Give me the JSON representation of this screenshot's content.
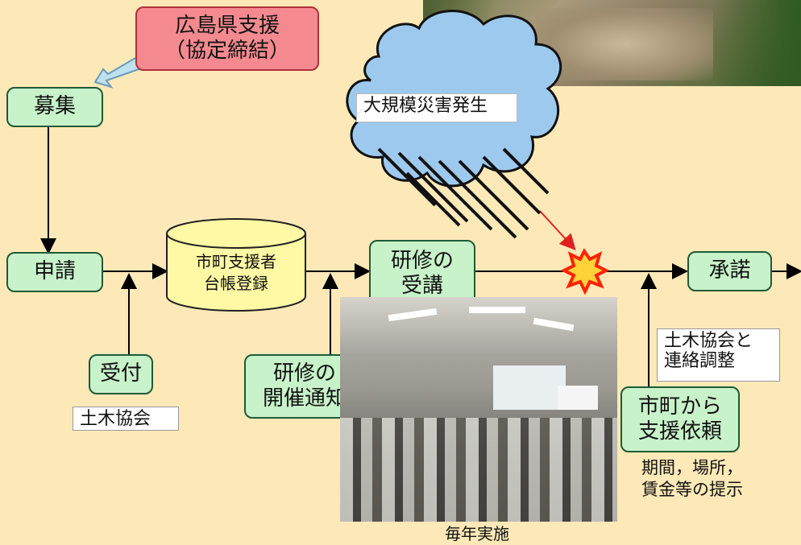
{
  "support_box": {
    "line1": "広島県支援",
    "line2": "（協定締結）"
  },
  "recruit": "募集",
  "apply": "申請",
  "reception": "受付",
  "reception_note": "土木協会",
  "registry": {
    "line1": "市町支援者",
    "line2": "台帳登録"
  },
  "training_notice": {
    "line1": "研修の",
    "line2": "開催通知"
  },
  "training_attend": {
    "line1": "研修の",
    "line2": "受講"
  },
  "disaster": "大規模災害発生",
  "accept": "承諾",
  "request": {
    "line1": "市町から",
    "line2": "支援依頼"
  },
  "request_details": {
    "line1": "期間，場所，",
    "line2": "賃金等の提示"
  },
  "coordination_note": {
    "line1": "土木協会と",
    "line2": "連絡調整"
  },
  "photo_caption": "毎年実施",
  "colors": {
    "background": "#fde9b8",
    "box_fill": "#c8f2c9",
    "support_fill": "#f48a8f",
    "registry_fill": "#fff9a6",
    "cloud_fill": "#9ec9ee",
    "explosion": "#ff2200"
  }
}
